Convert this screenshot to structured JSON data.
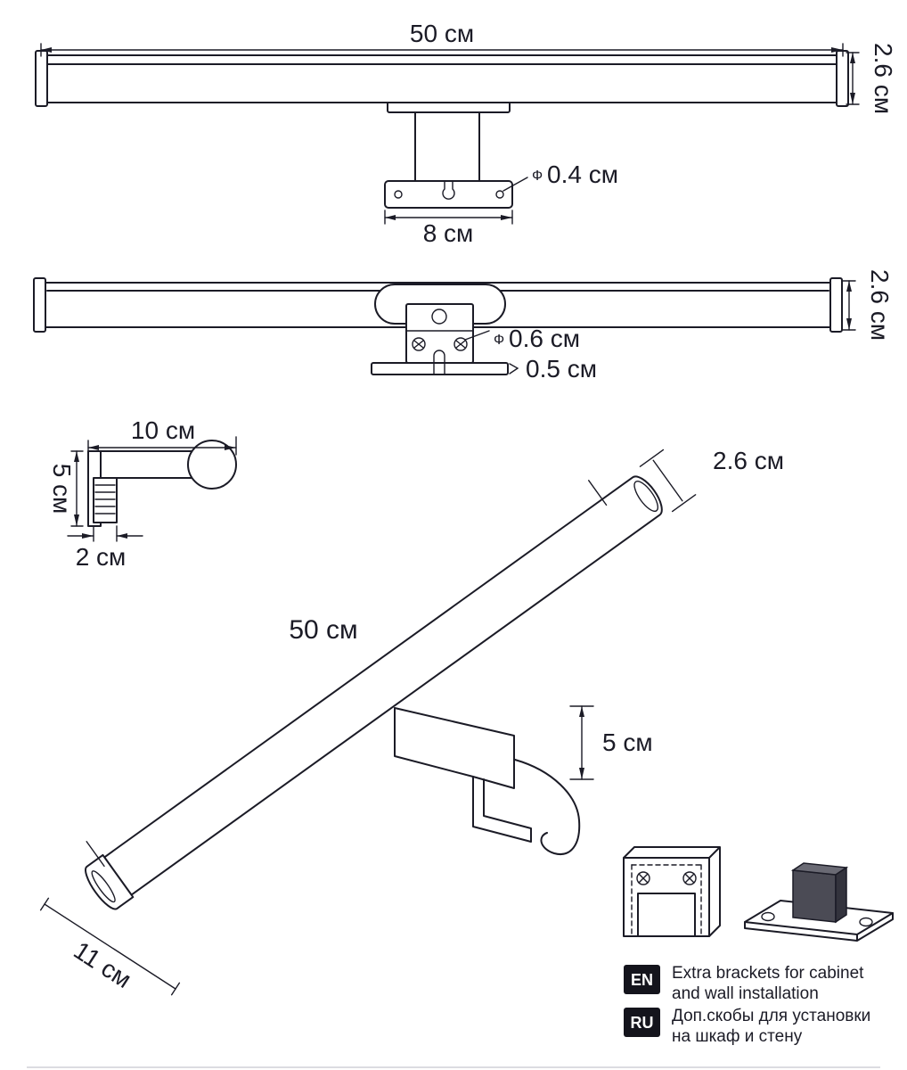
{
  "colors": {
    "background": "#ffffff",
    "line": "#1b1b26",
    "badge_bg": "#14141c"
  },
  "front_view": {
    "width_label": "50 см",
    "height_label": "2.6 см",
    "dia_symbol": "Ф",
    "hole_dia_label": "0.4 см",
    "plate_width_label": "8 см"
  },
  "bottom_view": {
    "height_label": "2.6 см",
    "dia_symbol": "Ф",
    "screw_dia_label": "0.6 см",
    "plate_thickness_label": "0.5 см"
  },
  "side_view": {
    "arm_length_label": "10 см",
    "height_label": "5 см",
    "clamp_width_label": "2 см"
  },
  "perspective_view": {
    "length_label": "50 см",
    "diameter_label": "2.6 см",
    "bracket_height_label": "5 см",
    "depth_label": "11 см"
  },
  "notes": {
    "en": {
      "badge": "EN",
      "line1": "Extra brackets for cabinet",
      "line2": "and wall installation"
    },
    "ru": {
      "badge": "RU",
      "line1": "Доп.скобы для установки",
      "line2": "на шкаф и стену"
    }
  }
}
